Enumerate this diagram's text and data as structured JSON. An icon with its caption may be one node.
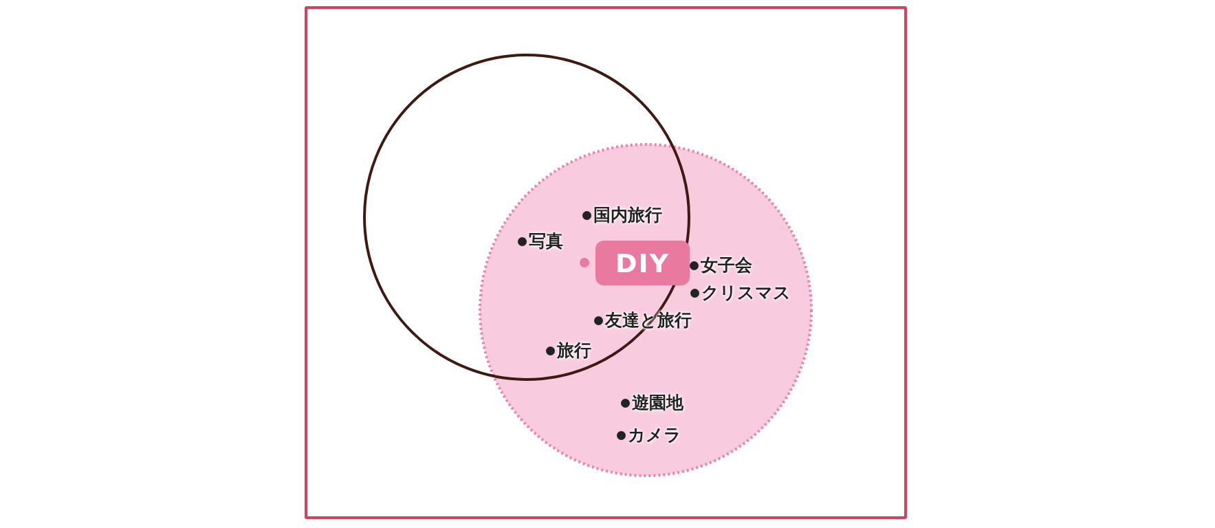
{
  "diagram": {
    "nodes": [
      {
        "text": [
          "DIY"
        ]
      }
    ],
    "labels": [
      "国内旅行",
      "写真",
      "女子会",
      "クリスマス",
      "友達と旅行",
      "旅行",
      "遊園地",
      "カメラ"
    ]
  }
}
